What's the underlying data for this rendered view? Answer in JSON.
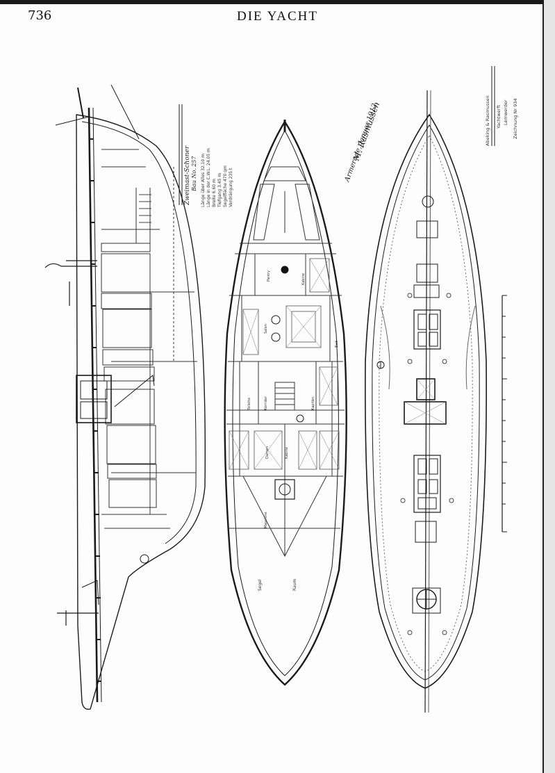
{
  "page": {
    "page_number": "736",
    "running_head": "DIE YACHT"
  },
  "drawing": {
    "profile_title": "Zweimast-Schoner",
    "profile_number": "Bau No. 257",
    "dimensions": [
      "Länge über Alles 32.10 m",
      "Länge in der C.W.L. 24.05 m",
      "Breite 6.60 m",
      "Tiefgang 3.45 m",
      "Segelfläche 470 qm",
      "Verdrängung 235 t"
    ],
    "signature_date": "Armerode, Januar 1912.",
    "signature_name": "M. Rasmussen",
    "right_title_lines": [
      "Abeking & Rasmussen",
      "Yachtwerft",
      "Lemwerder"
    ],
    "drawing_number": "Zeichnung Nr 934",
    "plan_labels": {
      "galley": "Pantry",
      "saloon": "Salon",
      "cabin_right": "Kabine",
      "bath": "Bad",
      "toilet": "Toilette",
      "corridor": "Korridor",
      "captain": "Kapitän",
      "damen": "Damen",
      "kabine": "Kabine",
      "sail_room_left": "Segel",
      "sail_room_right": "Raum",
      "engine": "Maschine"
    }
  }
}
